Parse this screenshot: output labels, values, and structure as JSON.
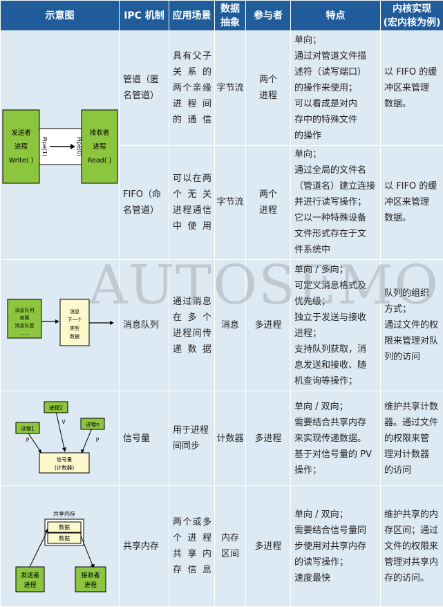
{
  "headers": [
    "示意图",
    "IPC 机制",
    "应用场景",
    "数据抽象",
    "参与者",
    "特点",
    "内核实现（宏内核为例）"
  ],
  "header_lines": {
    "data": [
      "数据",
      "抽象"
    ],
    "kernel": [
      "内核实现",
      "(宏内核为例)"
    ]
  },
  "diagrams": {
    "pipe": {
      "sender": [
        "发送者",
        "进程",
        "Write( )"
      ],
      "receiver": [
        "接收者",
        "进程",
        "Read( )"
      ],
      "pipe1": "Pipe(1)",
      "pipe0": "Pipe(0)"
    },
    "mq": {
      "left": [
        "消息队列",
        "权限",
        "消息队首",
        "......"
      ],
      "right": [
        "消息",
        "下一个",
        "类型",
        "数据"
      ]
    },
    "sem": {
      "p1": "进程1",
      "p2": "进程2",
      "pn": "进程n",
      "p_label": "P",
      "v_label": "V",
      "sem": [
        "信号量",
        "(计数器)"
      ]
    },
    "shm": {
      "title": "共享内存",
      "data1": "数据",
      "data2": "数据",
      "sender": [
        "发送者",
        "进程"
      ],
      "receiver": [
        "接收者",
        "进程"
      ]
    }
  },
  "rows": [
    {
      "mech": [
        "管道（匿",
        "名管道）"
      ],
      "scene": [
        "具有父子",
        "关系的",
        "两个亲缘",
        "进程间",
        "的通信"
      ],
      "data": "字节流",
      "who": [
        "两个",
        "进程"
      ],
      "feat": [
        "单向；",
        "通过对管道文件描",
        "述符（读写端口）",
        "的操作来使用；",
        "可以看成是对内",
        "存中的特殊文件",
        "的操作"
      ],
      "kernel": [
        "以 FIFO 的缓",
        "冲区来管理",
        "数据。"
      ]
    },
    {
      "mech": [
        "FIFO（命",
        "名管道）"
      ],
      "scene": [
        "可以在两",
        "个无关",
        "进程通信",
        "中使用"
      ],
      "data": "字节流",
      "who": [
        "两个",
        "进程"
      ],
      "feat": [
        "单向；",
        "通过全局的文件名",
        "（管道名）建立连接",
        "并进行读写操作；",
        "它以一种特殊设备",
        "文件形式存在于文",
        "件系统中"
      ],
      "kernel": [
        "以 FIFO 的缓",
        "冲区来管理",
        "数据。"
      ]
    },
    {
      "mech": [
        "消息队列"
      ],
      "scene": [
        "通过消息",
        "在多个",
        "进程间传",
        "递数据"
      ],
      "data": "消息",
      "who": [
        "多进程"
      ],
      "feat": [
        "单向 / 多向；",
        "可定义消息格式及",
        "优先级；",
        "独立于发送与接收",
        "进程；",
        "支持队列获取，消",
        "息发送和接收、随",
        "机查询等操作；"
      ],
      "kernel": [
        "队列的组织",
        "方式；",
        "通过文件的权",
        "限来管理对队",
        "列的访问"
      ]
    },
    {
      "mech": [
        "信号量"
      ],
      "scene": [
        "用于进程",
        "间同步"
      ],
      "data": "计数器",
      "who": [
        "多进程"
      ],
      "feat": [
        "单向 / 双向；",
        "需要结合共享内存",
        "来实现传递数据。",
        "基于对信号量的 PV",
        "操作；"
      ],
      "kernel": [
        "维护共享计数",
        "器。通过文件",
        "的权限来管",
        "理对计数器",
        "的访问"
      ]
    },
    {
      "mech": [
        "共享内存"
      ],
      "scene": [
        "两个或多",
        "个进程",
        "共享内",
        "存信息"
      ],
      "data": [
        "内存",
        "区间"
      ],
      "who": [
        "多进程"
      ],
      "feat": [
        "单向 / 双向；",
        "需要结合信号量同",
        "步使用对共享内存",
        "的读写操作；",
        "速度最快"
      ],
      "kernel": [
        "维护共享的内",
        "存区间；通过",
        "文件的权限来",
        "管理对共享内",
        "存的访问。"
      ]
    }
  ],
  "watermark": "AUTOSEMO",
  "colors": {
    "header_bg": "#1f5c99",
    "cell_bg": "#dde9f3",
    "box_green": "#8cc63f",
    "box_yellow": "#fcf9cd"
  }
}
